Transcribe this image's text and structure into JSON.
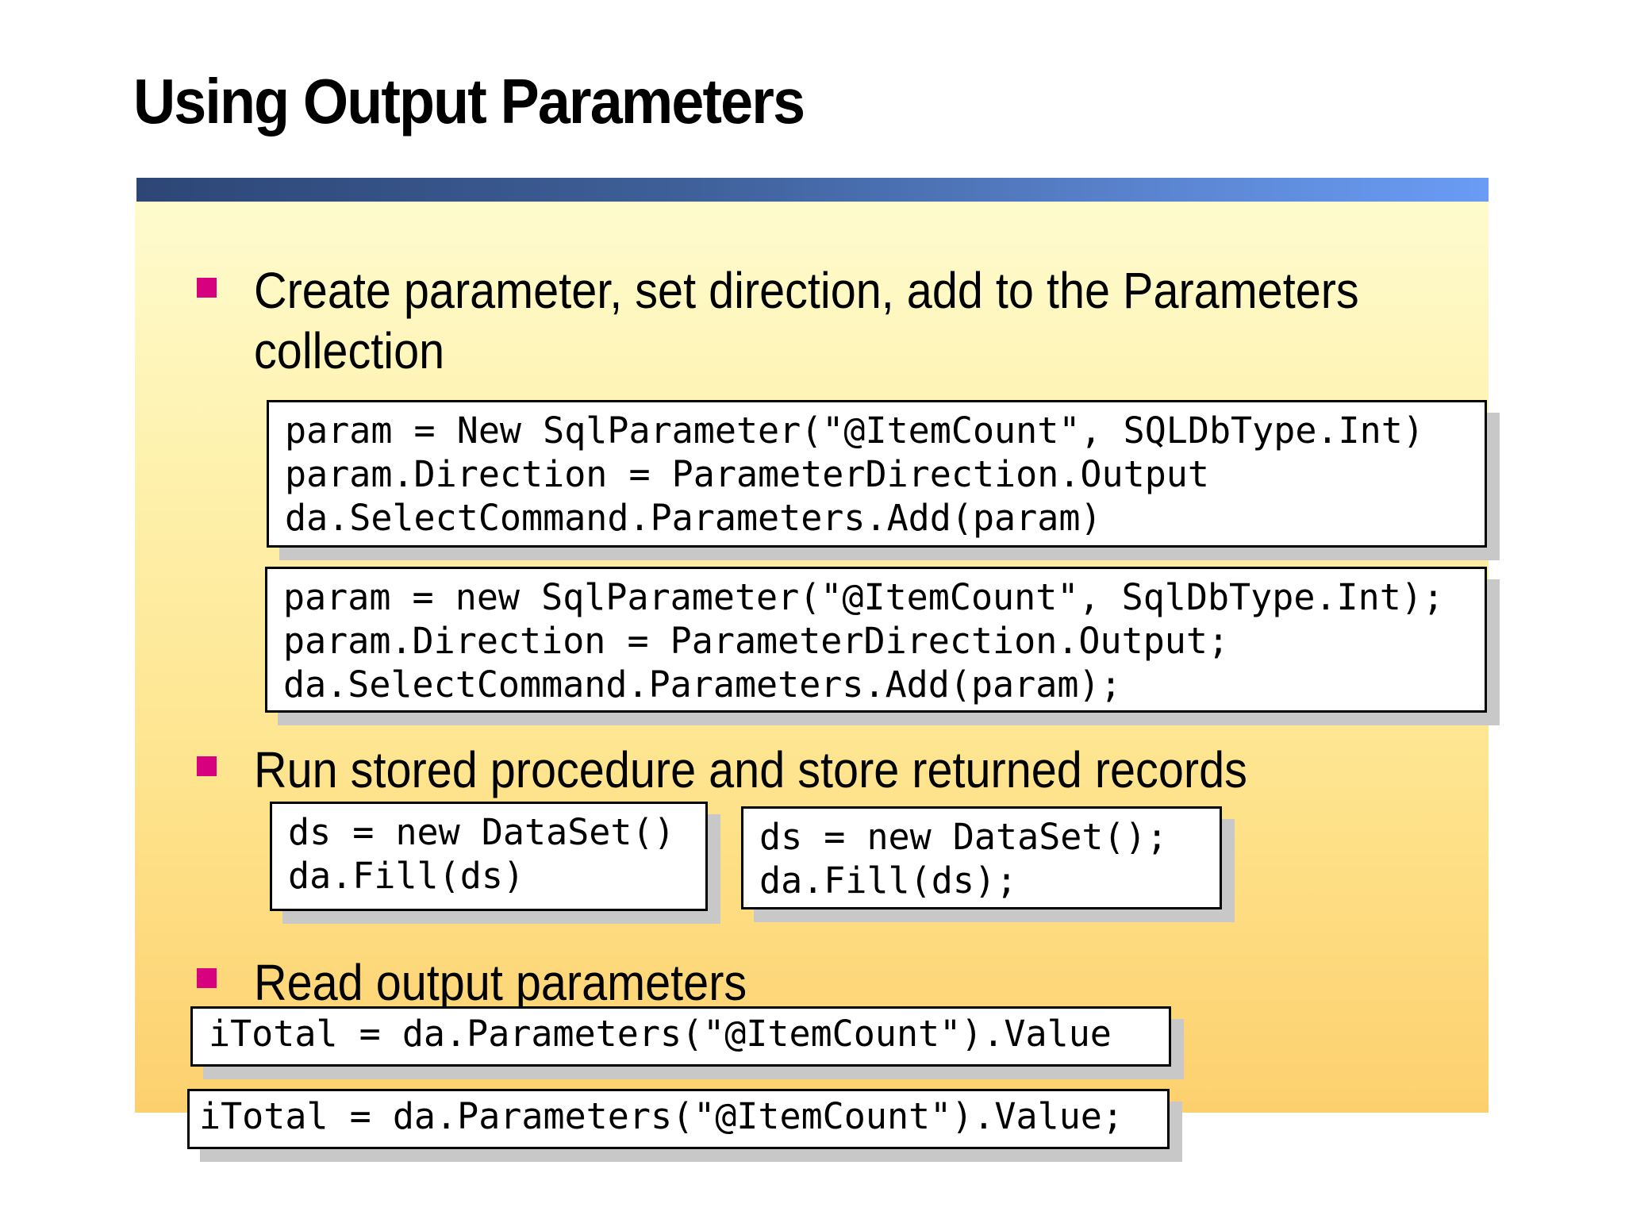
{
  "slide": {
    "title": "Using Output Parameters"
  },
  "bullets": [
    {
      "line1": "Create parameter, set direction, add to the Parameters",
      "line2": "collection"
    },
    {
      "text": "Run stored procedure and store returned records"
    },
    {
      "text": "Read output parameters"
    }
  ],
  "code": {
    "create_vb": [
      "param = New SqlParameter(\"@ItemCount\", SQLDbType.Int)",
      "param.Direction = ParameterDirection.Output",
      "da.SelectCommand.Parameters.Add(param)"
    ],
    "create_cs": [
      "param = new SqlParameter(\"@ItemCount\", SqlDbType.Int);",
      "param.Direction = ParameterDirection.Output;",
      "da.SelectCommand.Parameters.Add(param);"
    ],
    "fill_vb": [
      "ds = new DataSet()",
      "da.Fill(ds)"
    ],
    "fill_cs": [
      "ds = new DataSet();",
      "da.Fill(ds);"
    ],
    "read_vb": [
      "iTotal = da.Parameters(\"@ItemCount\").Value"
    ],
    "read_cs": [
      "iTotal = da.Parameters(\"@ItemCount\").Value;"
    ]
  },
  "colors": {
    "bullet": "#d7007f",
    "title_bar_dark": "#2d4676",
    "title_bar_light": "#6a9cf5",
    "panel_top": "#fefbce",
    "panel_bottom": "#fdd06e"
  }
}
